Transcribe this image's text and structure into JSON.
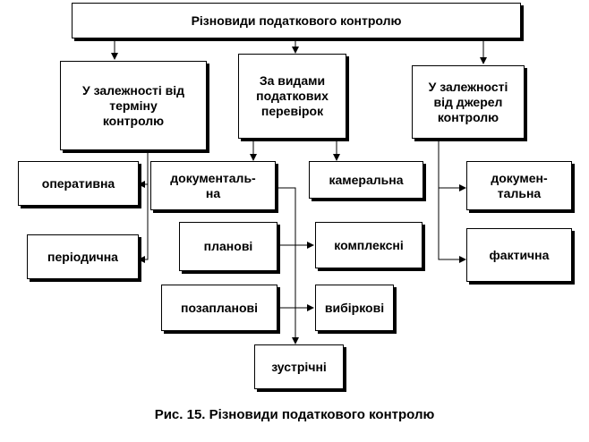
{
  "diagram": {
    "title": "Різновиди податкового контролю",
    "groups": {
      "by_term": "У залежності від\nтерміну\nконтролю",
      "by_types": "За видами\nподаткових\nперевірок",
      "by_sources": "У залежності\nвід джерел\nконтролю"
    },
    "nodes": {
      "operative": "оперативна",
      "periodic": "періодична",
      "documentary_mid": "документаль-\nна",
      "cameral": "камеральна",
      "planned": "планові",
      "comprehensive": "комплексні",
      "unplanned": "позапланові",
      "selective": "вибіркові",
      "counter": "зустрічні",
      "documentary_right": "докумен-\nтальна",
      "factual": "фактична"
    }
  },
  "caption": {
    "prefix": "Рис. 15.",
    "text": "Різновиди податкового контролю"
  }
}
